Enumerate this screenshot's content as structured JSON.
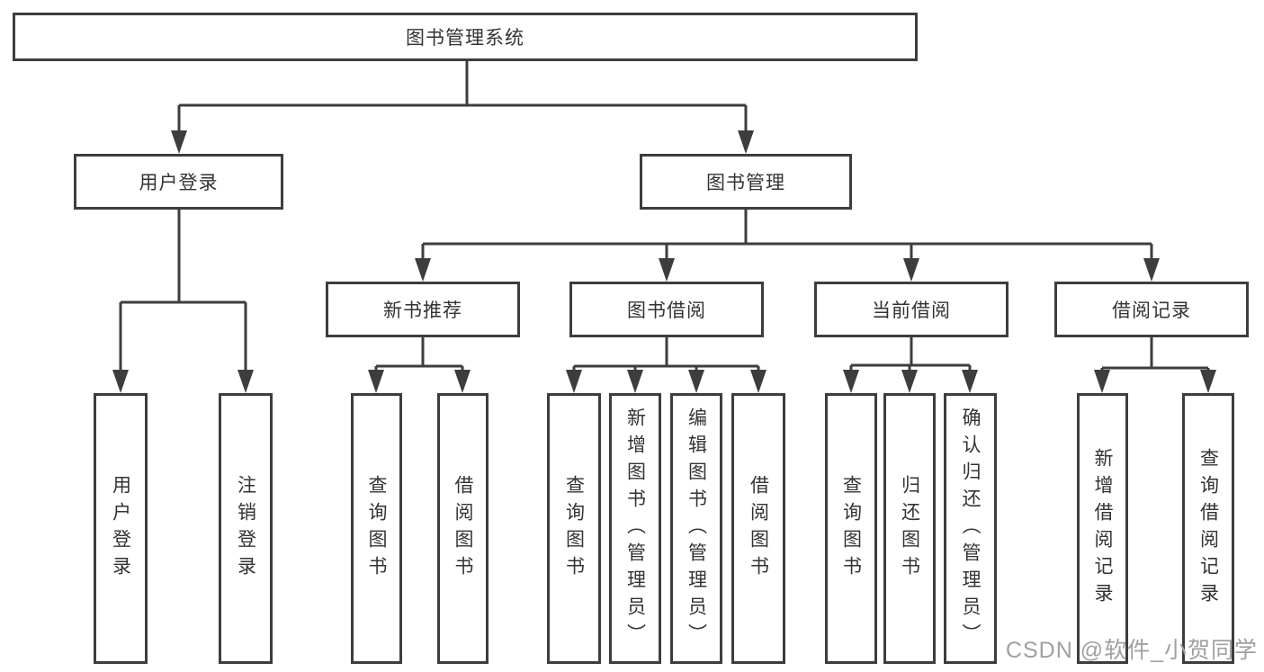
{
  "diagram": {
    "type": "tree",
    "root": {
      "label": "图书管理系统"
    },
    "level2": {
      "user_login": {
        "label": "用户登录"
      },
      "book_mgmt": {
        "label": "图书管理"
      }
    },
    "level3": {
      "new_book_rec": {
        "label": "新书推荐"
      },
      "book_borrow": {
        "label": "图书借阅"
      },
      "current_borrow": {
        "label": "当前借阅"
      },
      "borrow_record": {
        "label": "借阅记录"
      }
    },
    "level4": {
      "user_login_children": [
        "用户登录",
        "注销登录"
      ],
      "new_book_rec_children": [
        "查询图书",
        "借阅图书"
      ],
      "book_borrow_children": [
        "查询图书",
        "新增图书（管理员）",
        "编辑图书（管理员）",
        "借阅图书"
      ],
      "current_borrow_children": [
        "查询图书",
        "归还图书",
        "确认归还（管理员）"
      ],
      "borrow_record_children": [
        "新增借阅记录",
        "查询借阅记录"
      ]
    }
  },
  "colors": {
    "line": "#3d3d3d",
    "text": "#333333",
    "watermark": "#a0a0a0",
    "background": "#ffffff"
  },
  "watermark": {
    "text": "CSDN @软件_小贺同学"
  }
}
